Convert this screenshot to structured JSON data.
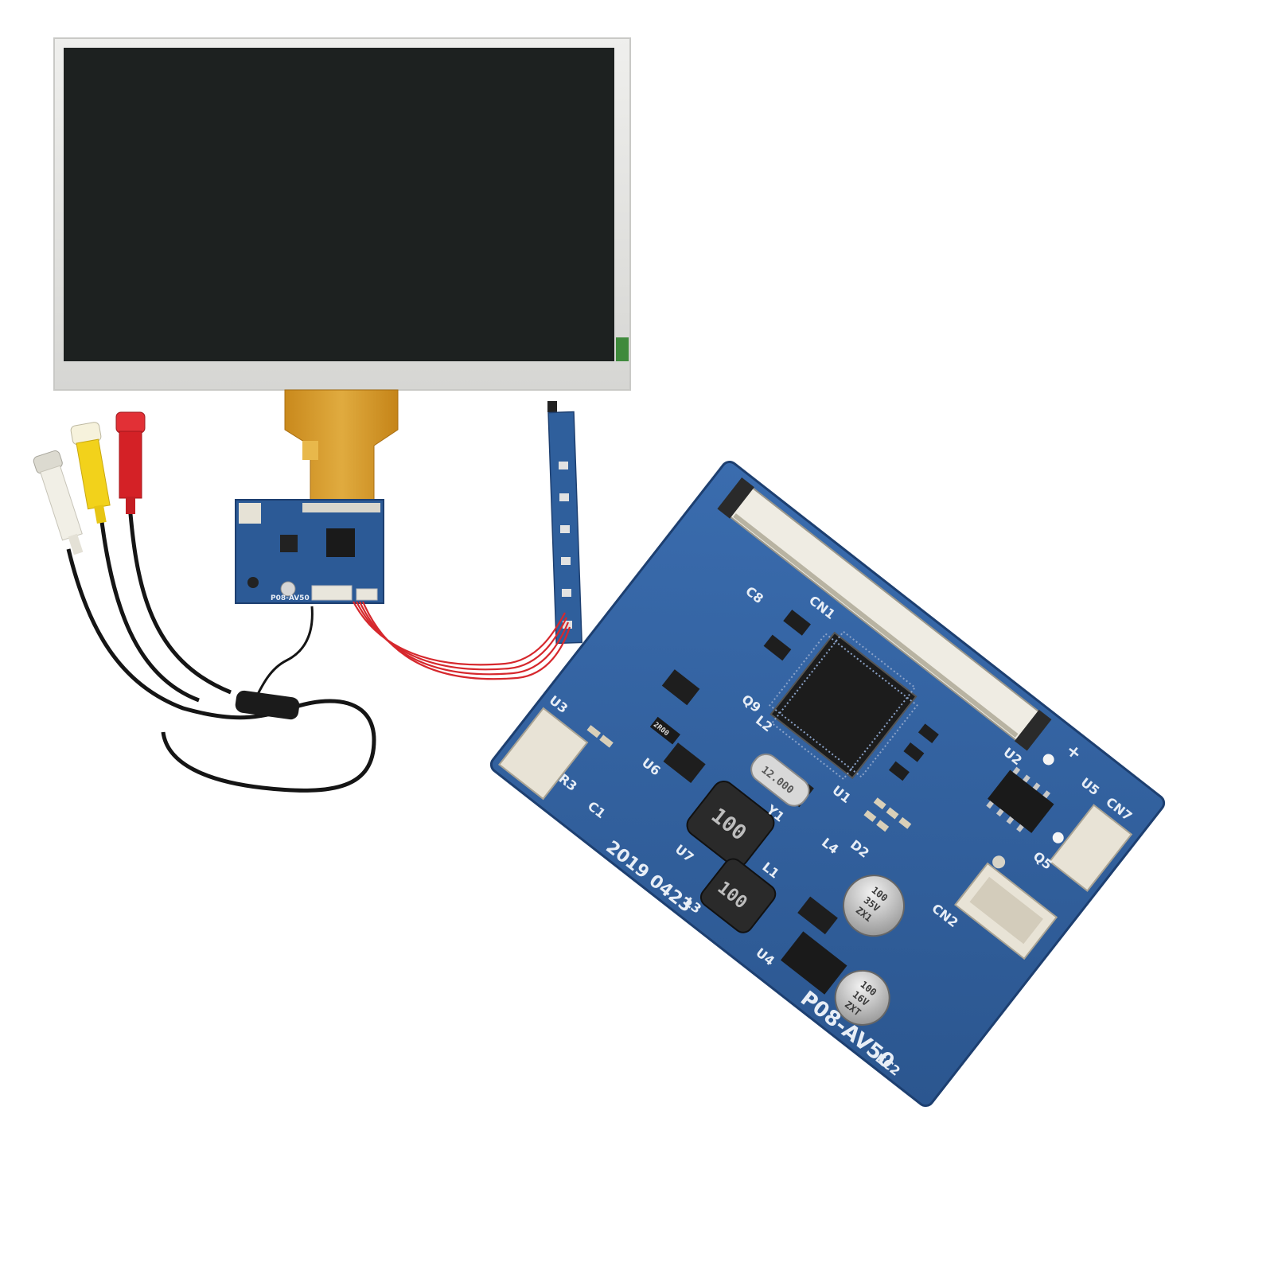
{
  "board": {
    "model": "P08-AV50",
    "date": "2019 0423",
    "designators": {
      "cn1": "CN1",
      "cn2": "CN2",
      "cn7": "CN7",
      "c8": "C8",
      "q9": "Q9",
      "l2": "L2",
      "y1": "Y1",
      "u1": "U1",
      "u2": "U2",
      "u5": "U5",
      "q5": "Q5",
      "u6": "U6",
      "u7": "U7",
      "u3": "U3",
      "u4": "U4",
      "l1": "L1",
      "l3": "L3",
      "l4": "L4",
      "d2": "D2",
      "r3": "R3",
      "c1": "C1",
      "ec2": "EC2",
      "plus": "+"
    },
    "crystal_label": "12.000",
    "inductor_1_label": "100",
    "inductor_2_label": "100",
    "resistor_label": "2R00",
    "capacitor_1": {
      "line1": "100",
      "line2": "35V",
      "line3": "ZX1"
    },
    "capacitor_2": {
      "line1": "100",
      "line2": "16V",
      "line3": "ZXT"
    }
  },
  "small_board": {
    "model": "P08-AV50"
  },
  "colors": {
    "pcb_blue": "#2f5f9c",
    "pcb_dark": "#1d3f70",
    "silk": "#e8eef6",
    "lcd_frame": "#e3e3e1",
    "lcd_screen": "#1d2120",
    "flex": "#d49a2a",
    "rca_white": "#f1efe6",
    "rca_yellow": "#f2d21b",
    "rca_red": "#d42126",
    "cable": "#151515",
    "wire_red": "#d6282d"
  }
}
